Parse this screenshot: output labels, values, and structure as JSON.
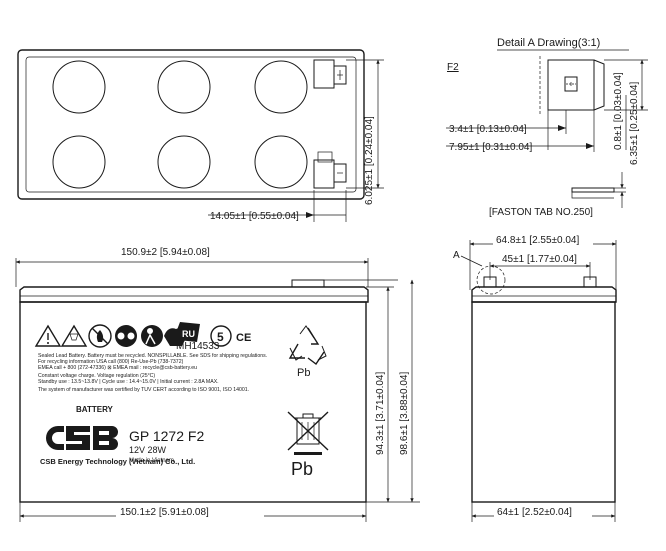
{
  "top_view": {
    "dim_terminal_pitch": "6.025±1 [0.24±0.04]",
    "dim_terminal_offset": "14.05±1 [0.55±0.04]"
  },
  "detail": {
    "title": "Detail A Drawing(3:1)",
    "label": "F2",
    "dim_a": "3.4±1 [0.13±0.04]",
    "dim_b": "7.95±1 [0.31±0.04]",
    "dim_c": "0.8±1 [0.03±0.04]",
    "dim_d": "6.35±1 [0.25±0.04]",
    "tab_name": "[FASTON TAB NO.250]"
  },
  "front_view": {
    "dim_width_top": "150.9±2 [5.94±0.08]",
    "dim_width_bottom": "150.1±2 [5.91±0.08]",
    "dim_height_case": "94.3±1 [3.71±0.04]",
    "dim_height_total": "98.6±1 [3.88±0.04]"
  },
  "label": {
    "cert_mark": "MH14533",
    "warning_lines": [
      "Sealed Lead Battery. Battery must be recycled. NONSPILLABLE. See SDS for shipping regulations.",
      "For recycling information USA call (800) Re-Use-Pb (738-7372)",
      "EMEA call + 800 (272-47336)  ⊠  EMEA mail : recycle@csb-battery.eu",
      "Constant voltage charge. Voltage regulation (25°C)",
      "Standby use : 13.5~13.8V  |  Cycle use : 14.4~15.0V  |  Initial current : 2.8A MAX.",
      "The system of manufacturer was certified by TUV CERT according to ISO 9001, ISO 14001."
    ],
    "recycle_text": "Pb",
    "bin_text": "Pb",
    "ce_mark": "CE",
    "brand_battery": "BATTERY",
    "model": "GP 1272 F2",
    "rating": "12V 28W",
    "origin": "Made in Vietnam",
    "company": "CSB Energy Technology (Vietnam) Co., Ltd."
  },
  "side_view": {
    "ref_label": "A",
    "dim_width_top": "64.8±1 [2.55±0.04]",
    "dim_terminal_spacing": "45±1 [1.77±0.04]",
    "dim_width_bottom": "64±1 [2.52±0.04]"
  }
}
